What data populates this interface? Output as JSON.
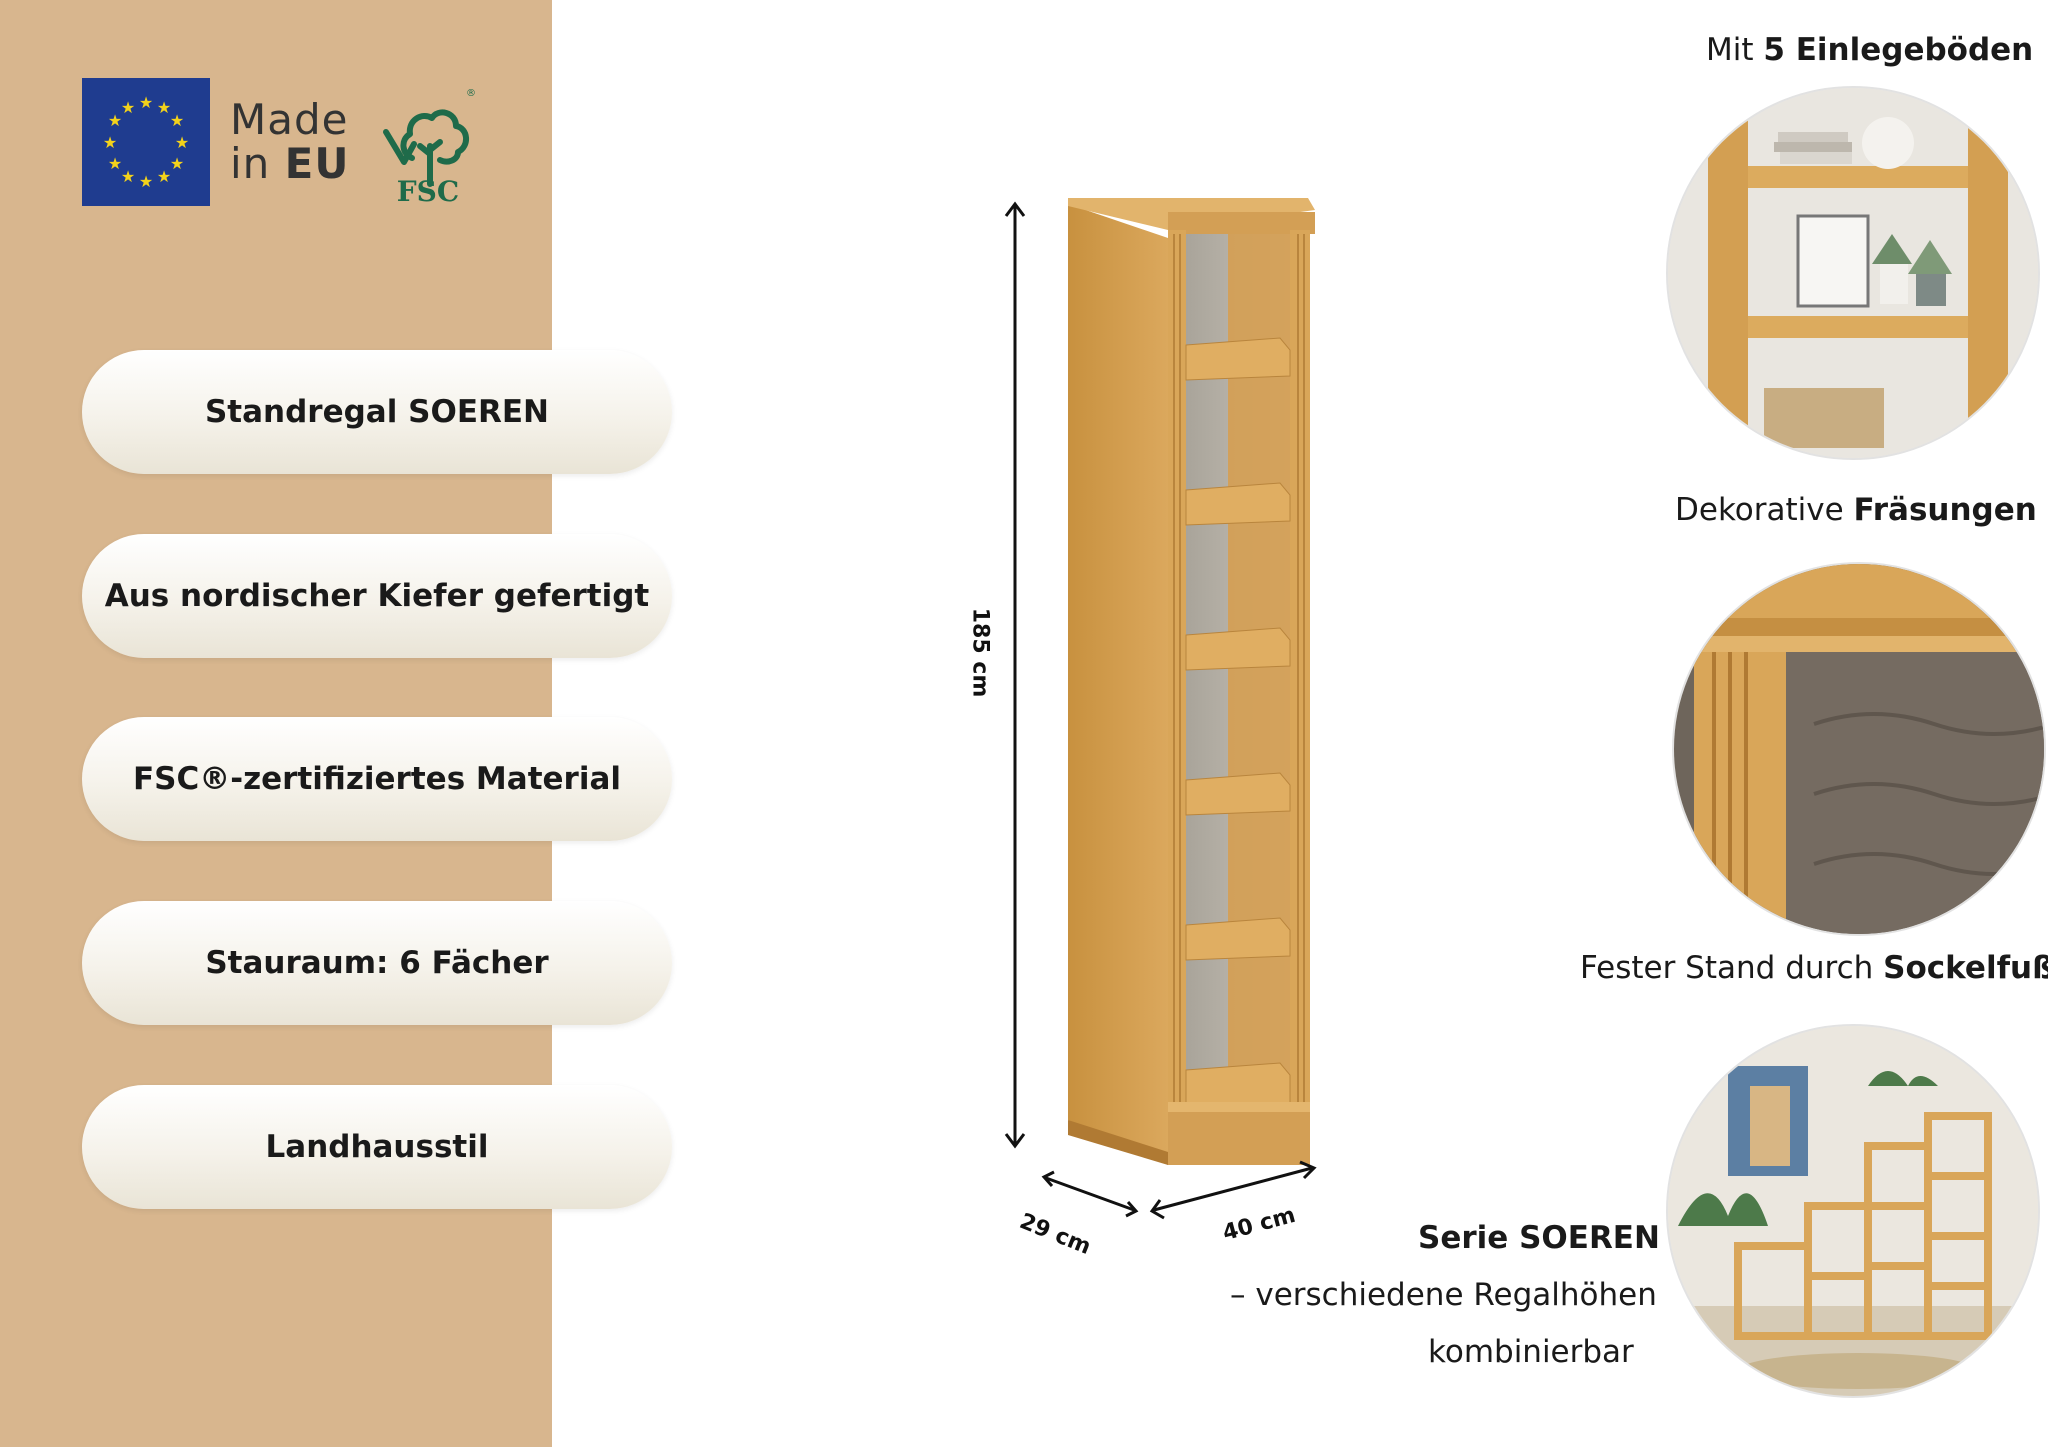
{
  "badges": {
    "made_line1": "Made",
    "made_line2_prefix": "in ",
    "made_line2_bold": "EU",
    "fsc_label": "FSC",
    "fsc_reg": "®"
  },
  "features": [
    "Standregal SOEREN",
    "Aus nordischer Kiefer gefertigt",
    "FSC®-zertifiziertes Material",
    "Stauraum: 6 Fächer",
    "Landhausstil"
  ],
  "dimensions": {
    "height": "185 cm",
    "depth": "29 cm",
    "width": "40 cm"
  },
  "detail_captions": {
    "shelves_prefix": "Mit ",
    "shelves_bold": "5 Einlegeböden",
    "milling_prefix": "Dekorative ",
    "milling_bold": "Fräsungen",
    "base_prefix": "Fester Stand durch ",
    "base_bold": "Sockelfuß",
    "series_bold": "Serie SOEREN",
    "series_line2": "– verschiedene Regalhöhen",
    "series_line3": "kombinierbar"
  },
  "colors": {
    "sidebar": "#d8b68e",
    "wood": "#d9a659",
    "wood_dark": "#b9853d",
    "back_panel": "#b9b4ab",
    "eu_blue": "#1f3c8f",
    "eu_star": "#f3d21b",
    "fsc_green": "#1f6b4a"
  }
}
